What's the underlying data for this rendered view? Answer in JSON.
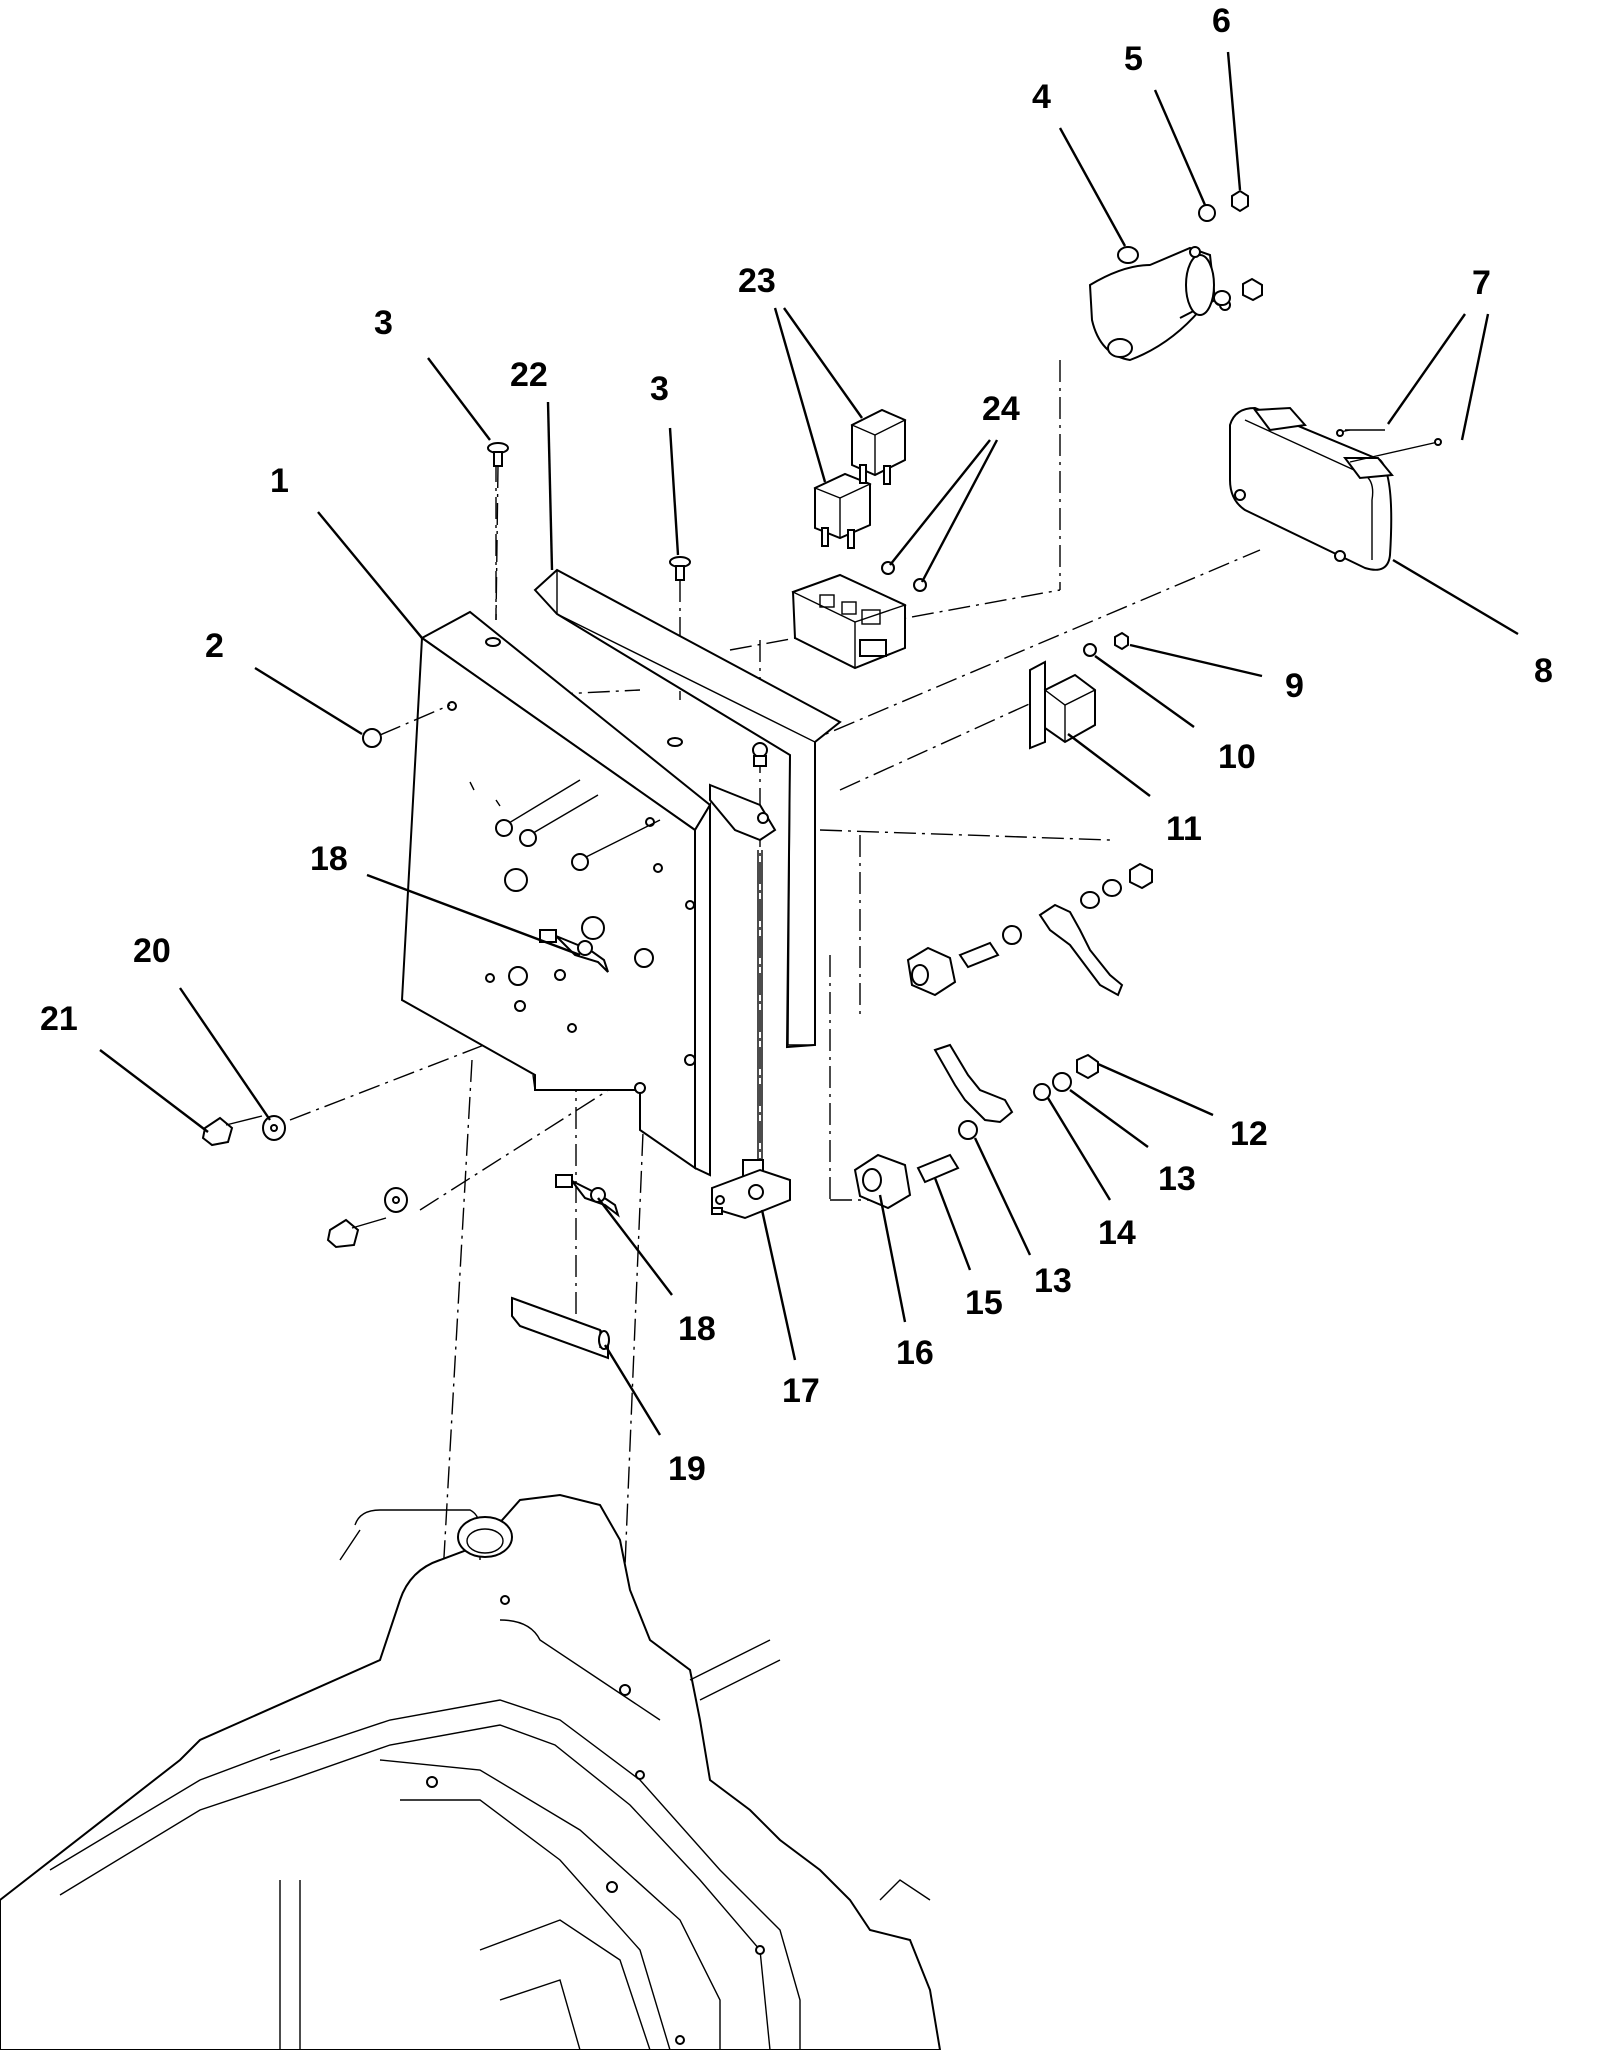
{
  "callouts": {
    "c1": "1",
    "c2": "2",
    "c3a": "3",
    "c3b": "3",
    "c4": "4",
    "c5": "5",
    "c6": "6",
    "c7": "7",
    "c8": "8",
    "c9": "9",
    "c10": "10",
    "c11": "11",
    "c12": "12",
    "c13a": "13",
    "c13b": "13",
    "c14": "14",
    "c15": "15",
    "c16": "16",
    "c17": "17",
    "c18a": "18",
    "c18b": "18",
    "c19": "19",
    "c20": "20",
    "c21": "21",
    "c22": "22",
    "c23": "23",
    "c24": "24"
  }
}
